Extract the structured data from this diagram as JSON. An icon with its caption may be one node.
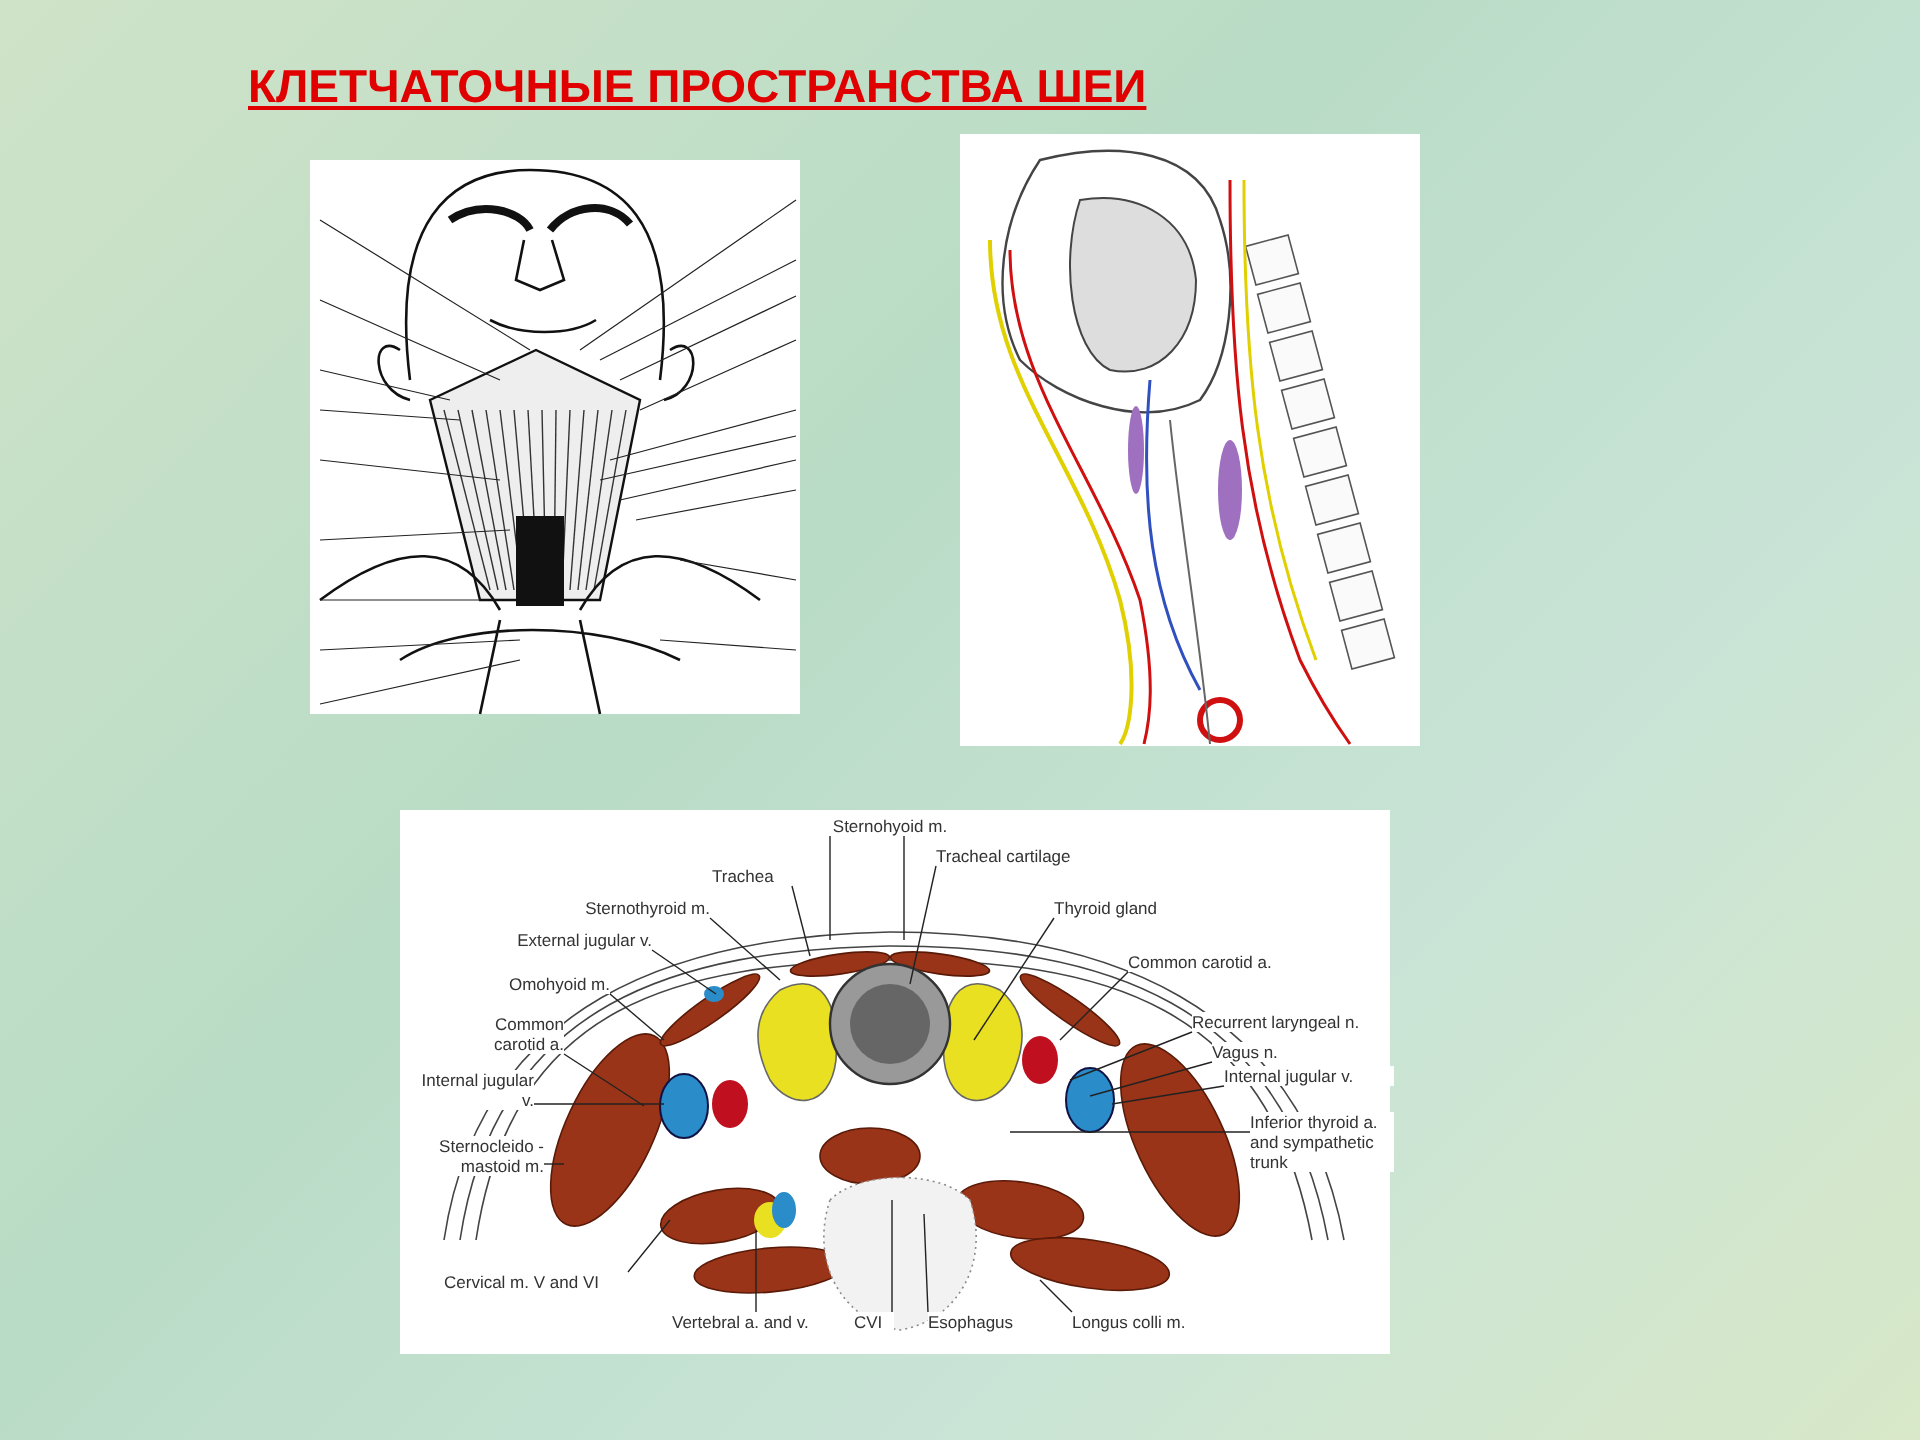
{
  "diagram": {
    "title": "КЛЕТЧАТОЧНЫЕ ПРОСТРАНСТВА ШЕИ",
    "nodes": [
      {
        "text": [
          "Sternohyoid m."
        ]
      },
      {
        "text": [
          "Tracheal cartilage"
        ]
      },
      {
        "text": [
          "Trachea"
        ]
      },
      {
        "text": [
          "Thyroid gland"
        ]
      },
      {
        "text": [
          "Sternothyroid m."
        ]
      },
      {
        "text": [
          "Common carotid a."
        ]
      },
      {
        "text": [
          "External jugular v."
        ]
      },
      {
        "text": [
          "Recurrent laryngeal n."
        ]
      },
      {
        "text": [
          "Omohyoid m."
        ]
      },
      {
        "text": [
          "Vagus n."
        ]
      },
      {
        "text": [
          "Internal jugular v."
        ]
      },
      {
        "text": [
          "Common carotid a."
        ]
      },
      {
        "text": [
          "Internal jugular v."
        ]
      },
      {
        "text": [
          "Inferior thyroid a. and sympathetic trunk"
        ]
      },
      {
        "text": [
          "Sternocleido - mastoid m."
        ]
      },
      {
        "text": [
          "Cervical m. V and VI"
        ]
      },
      {
        "text": [
          "Vertebral a. and v."
        ]
      },
      {
        "text": [
          "CVI"
        ]
      },
      {
        "text": [
          "Esophagus"
        ]
      },
      {
        "text": [
          "Longus colli m."
        ]
      }
    ],
    "edges": [
      {
        "from": 0,
        "to": null,
        "arrow": "none"
      },
      {
        "from": 0,
        "to": null,
        "arrow": "none"
      },
      {
        "from": 1,
        "to": null,
        "arrow": "none"
      },
      {
        "from": 2,
        "to": null,
        "arrow": "none"
      },
      {
        "from": 3,
        "to": null,
        "arrow": "none"
      },
      {
        "from": 4,
        "to": null,
        "arrow": "none"
      },
      {
        "from": 5,
        "to": null,
        "arrow": "none"
      },
      {
        "from": 6,
        "to": null,
        "arrow": "none"
      },
      {
        "from": 7,
        "to": null,
        "arrow": "none"
      },
      {
        "from": 8,
        "to": null,
        "arrow": "none"
      },
      {
        "from": 9,
        "to": null,
        "arrow": "none"
      },
      {
        "from": 10,
        "to": null,
        "arrow": "none"
      },
      {
        "from": 11,
        "to": null,
        "arrow": "none"
      },
      {
        "from": 12,
        "to": null,
        "arrow": "none"
      },
      {
        "from": 13,
        "to": null,
        "arrow": "none"
      },
      {
        "from": 14,
        "to": null,
        "arrow": "none"
      },
      {
        "from": 15,
        "to": null,
        "arrow": "none"
      },
      {
        "from": 16,
        "to": null,
        "arrow": "none"
      },
      {
        "from": 17,
        "to": null,
        "arrow": "none"
      },
      {
        "from": 18,
        "to": null,
        "arrow": "none"
      },
      {
        "from": 19,
        "to": null,
        "arrow": "none"
      }
    ]
  }
}
